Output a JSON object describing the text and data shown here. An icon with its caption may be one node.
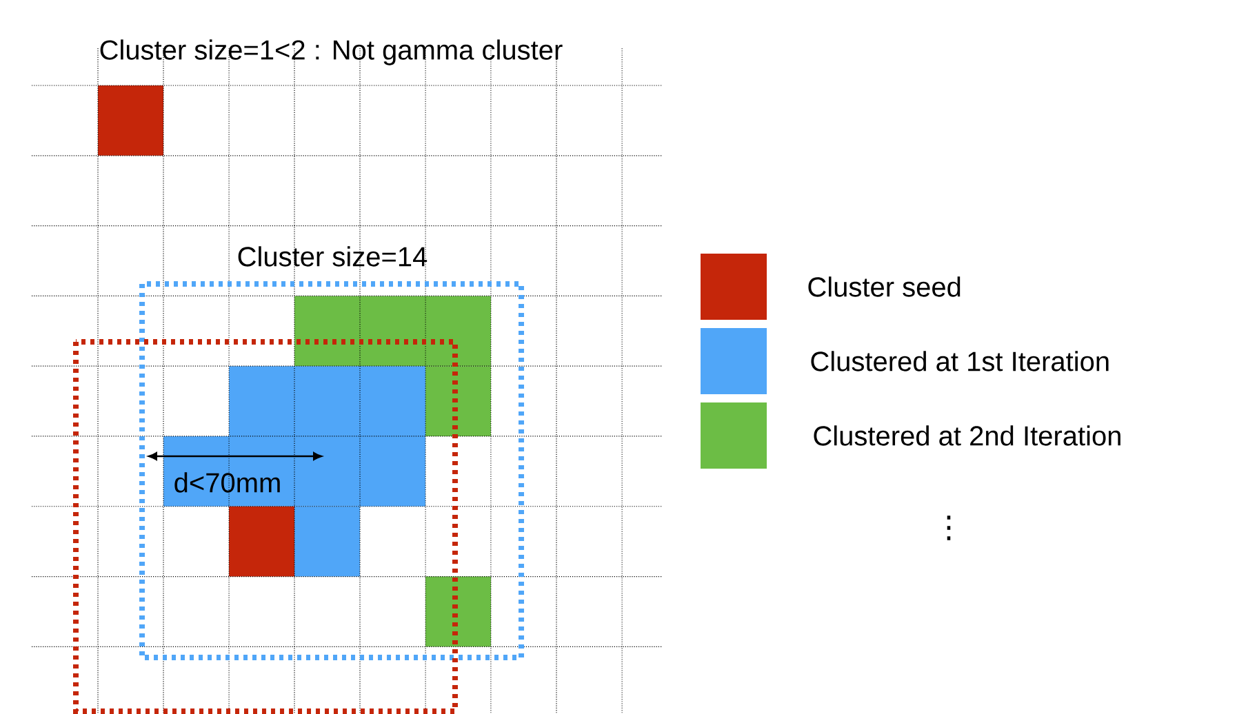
{
  "diagram": {
    "labels": [
      "Cluster size=1<2 : Not gamma cluster",
      "Cluster size=14",
      "d<70mm",
      "⋮"
    ],
    "legend": [
      {
        "text": "Cluster seed",
        "color": "#c5260a"
      },
      {
        "text": "Clustered at 1st Iteration",
        "color": "#50a6f8"
      },
      {
        "text": "Clustered at 2nd Iteration",
        "color": "#6cbd45"
      }
    ]
  }
}
